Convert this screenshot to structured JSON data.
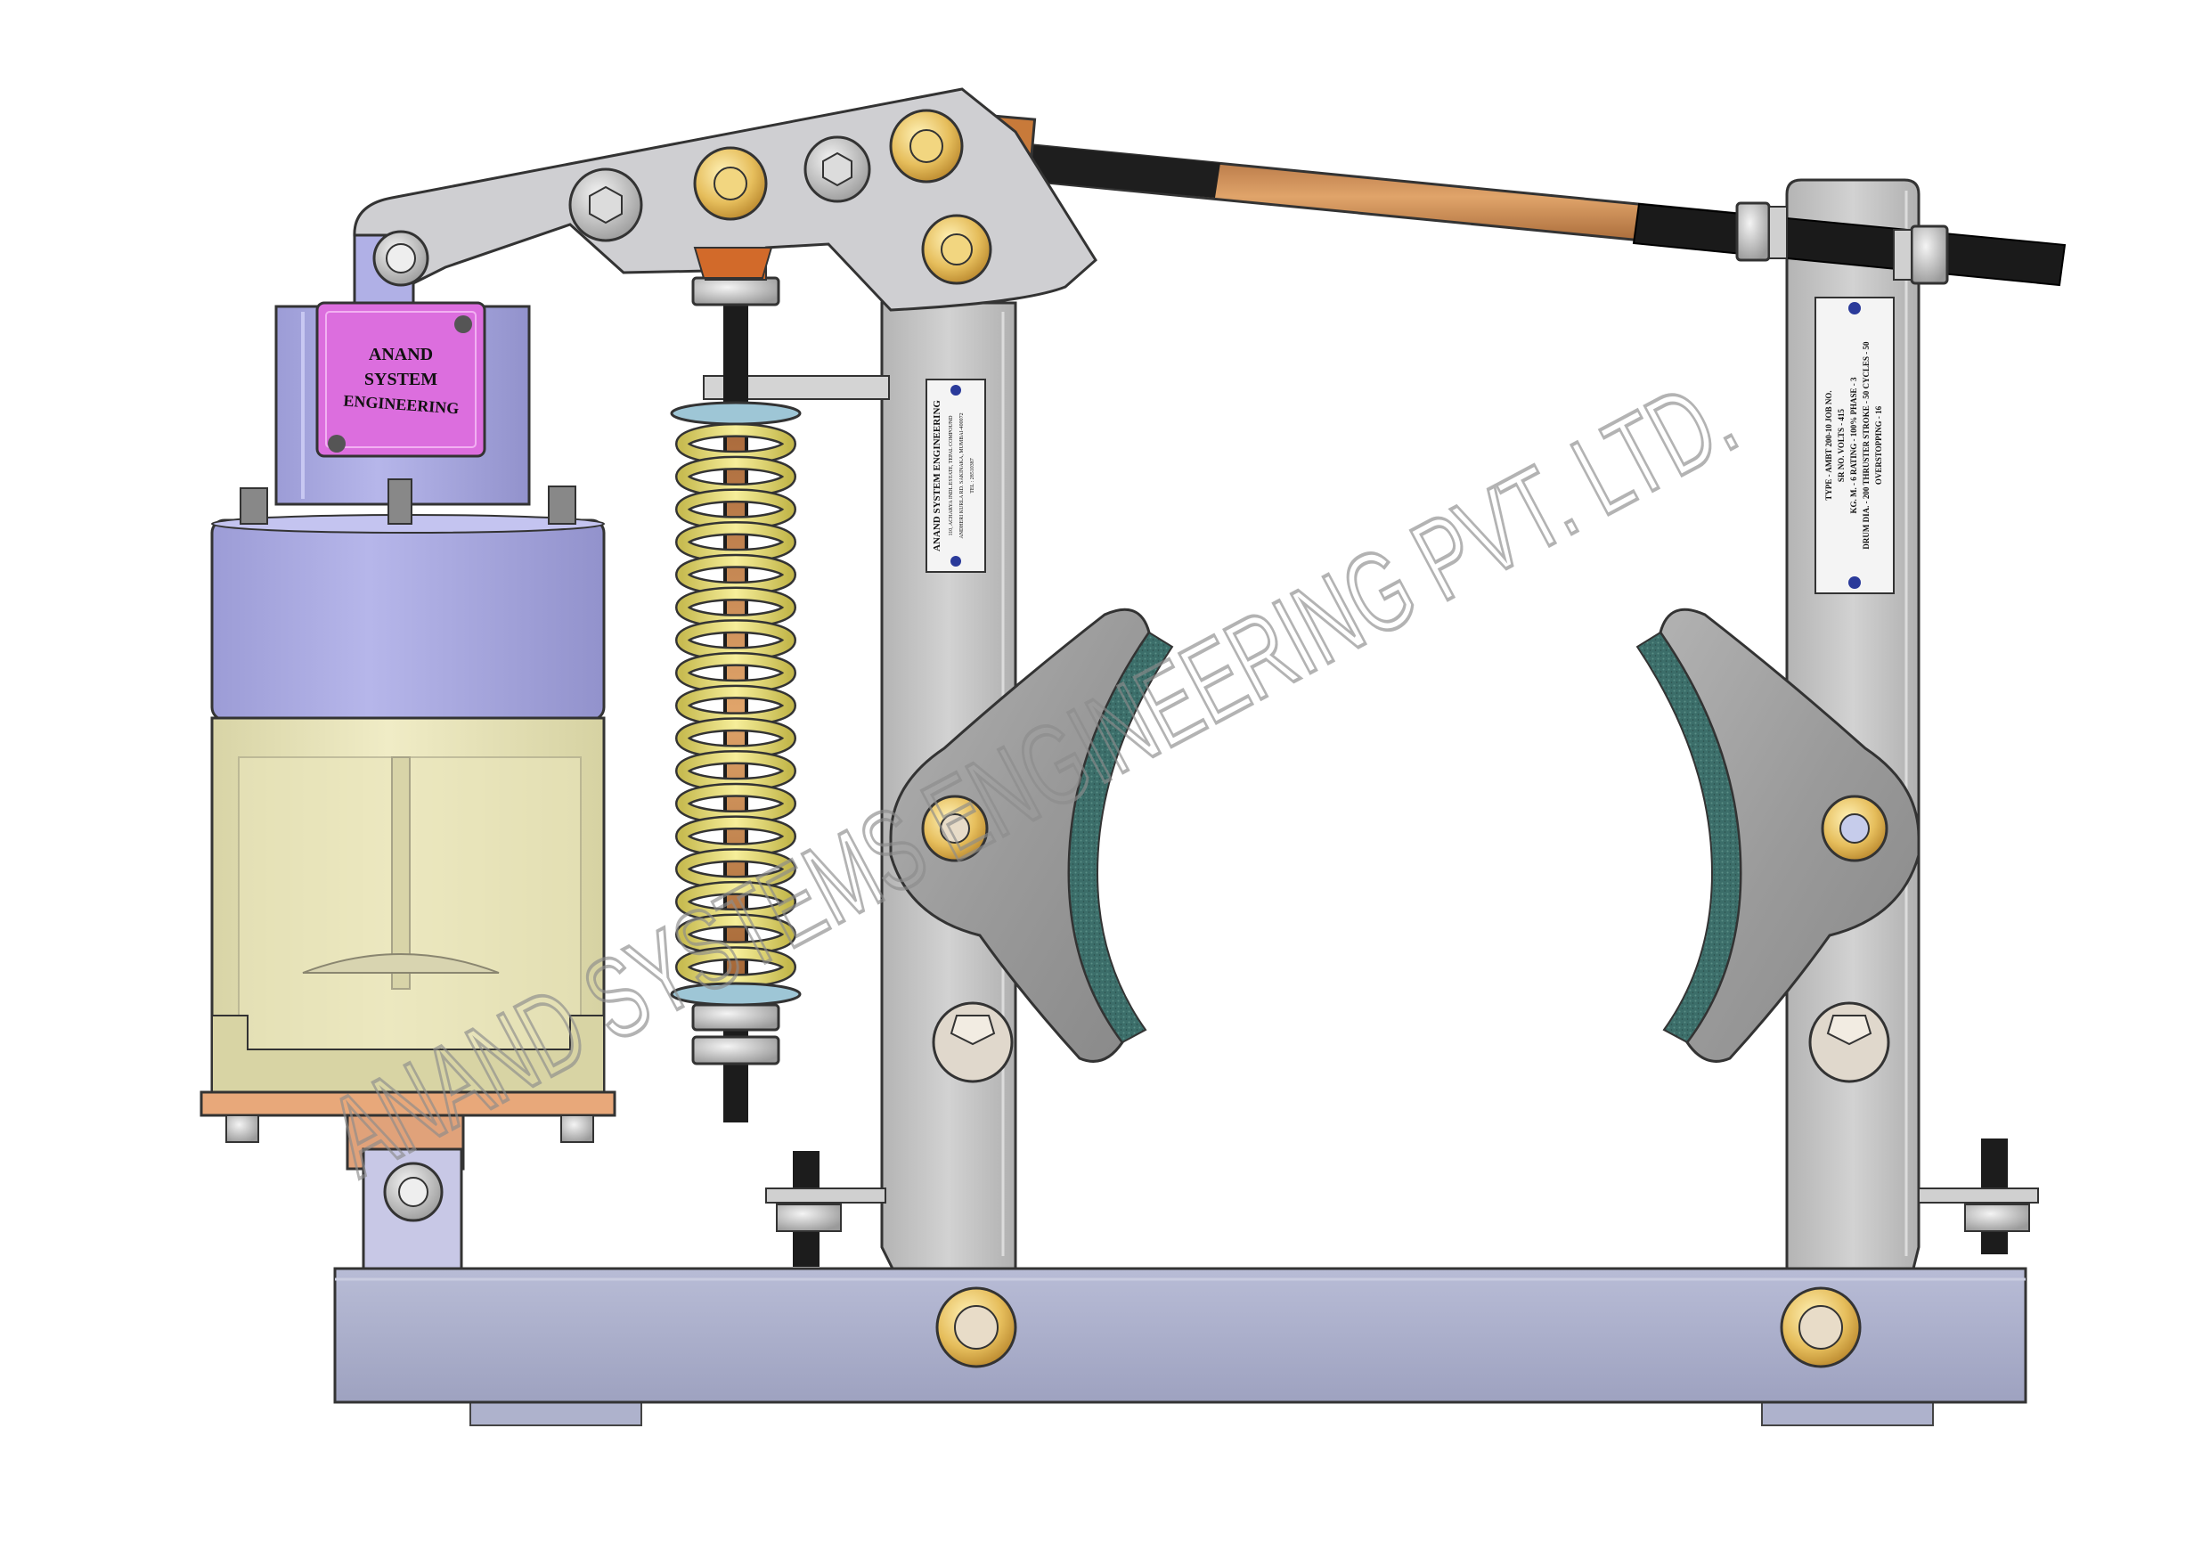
{
  "actuator_badge": {
    "lines": [
      "ANAND",
      "SYSTEM",
      "ENGINEERING"
    ]
  },
  "nameplate_left": {
    "lines": [
      "ANAND SYSTEM ENGINEERING",
      "110, ACHARYA INDL.ESTATE, TEPAL COMPOUND",
      "ANDHERI KURLA RD. SAKINAKA, MUMBAI-400072",
      "TEL : 28510387"
    ]
  },
  "nameplate_right": {
    "lines": [
      "TYPE - AMBT 200-10  JOB NO.",
      "SR NO.   VOLTS - 415",
      "KG. M. - 6   RATING - 100%   PHASE - 3",
      "DRUM DIA. - 200  THRUSTER STROKE - 50  CYCLES - 50",
      "OVERSTOPPING - 16"
    ]
  },
  "watermark": "ANAND SYSTEMS ENGINEERING PVT. LTD.",
  "colors": {
    "frame": "#c4c4c4",
    "base": "#a8acc8",
    "actuator_top": "#a8a8e0",
    "cylinder": "#e6e2b8",
    "badge": "#dc6ede",
    "spring": "#ece07a",
    "rod": "#c8884e",
    "lining": "#3a6e6a",
    "brass": "#e8c46a"
  },
  "icons": [
    "pin-icon",
    "nut-icon",
    "bolt-icon",
    "spring-icon",
    "brake-shoe-icon"
  ]
}
